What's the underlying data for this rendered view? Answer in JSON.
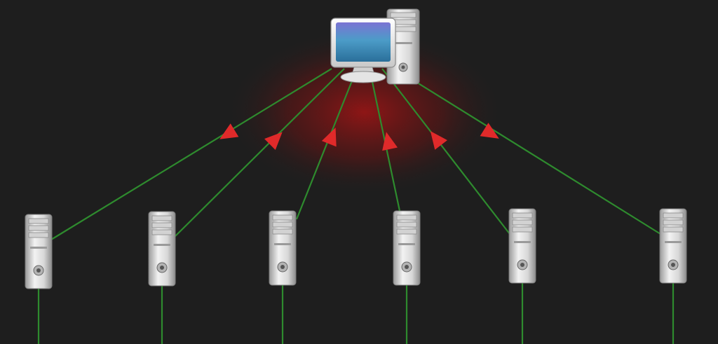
{
  "diagram": {
    "background": "#1e1e1e",
    "link_color": "#2e8b2e",
    "arrow_color": "#e02a2a",
    "glow_color": "#b41414",
    "hub": {
      "name": "workstation",
      "icon": "desktop-computer-icon"
    },
    "nodes": [
      {
        "name": "server-1",
        "icon": "server-tower-icon",
        "arrow": "down"
      },
      {
        "name": "server-2",
        "icon": "server-tower-icon",
        "arrow": "up"
      },
      {
        "name": "server-3",
        "icon": "server-tower-icon",
        "arrow": "up"
      },
      {
        "name": "server-4",
        "icon": "server-tower-icon",
        "arrow": "up"
      },
      {
        "name": "server-5",
        "icon": "server-tower-icon",
        "arrow": "up"
      },
      {
        "name": "server-6",
        "icon": "server-tower-icon",
        "arrow": "down"
      }
    ]
  }
}
